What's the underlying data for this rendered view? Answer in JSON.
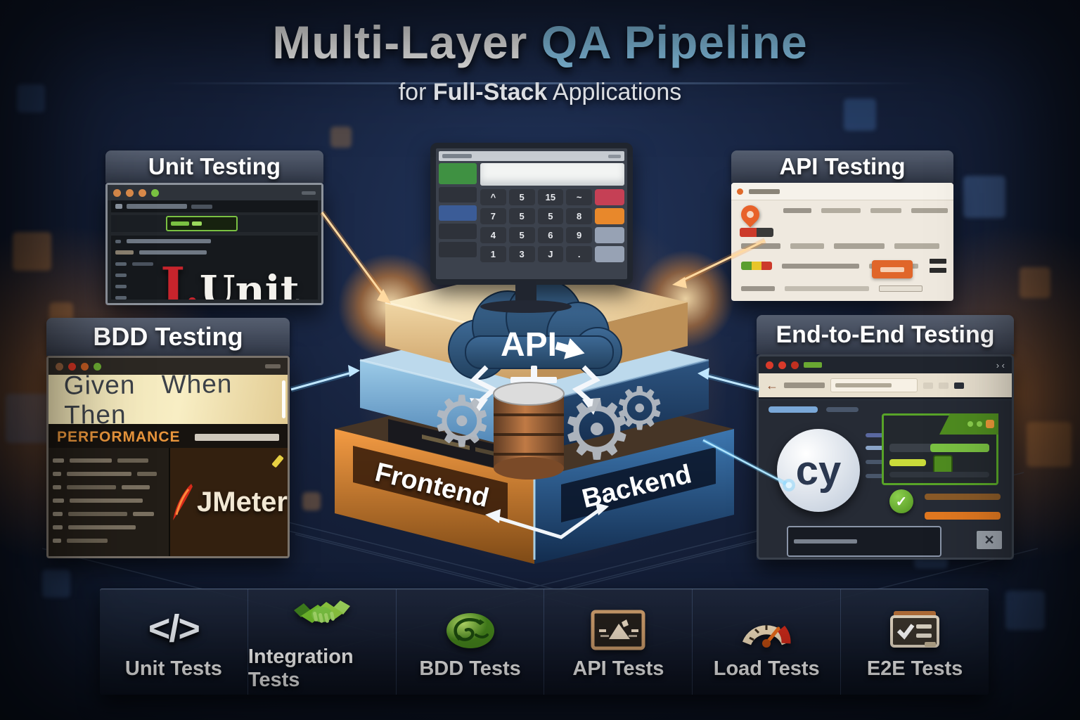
{
  "header": {
    "title_white": "Multi-Layer",
    "title_accent": "QA Pipeline",
    "subtitle_pre": "for",
    "subtitle_bold": "Full-Stack",
    "subtitle_post": "Applications"
  },
  "panels": {
    "unit_testing": {
      "title": "Unit Testing",
      "logo_j": "J",
      "logo_dot": ".",
      "logo_name": "Unit"
    },
    "api_testing": {
      "title": "API Testing"
    },
    "bdd_testing": {
      "title": "BDD Testing",
      "gherkin_text": "Given When Then",
      "performance_label": "PERFORMANCE",
      "tool_label": "JMeter"
    },
    "e2e_testing": {
      "title": "End-to-End Testing",
      "cypress_logo": "cy"
    }
  },
  "stack": {
    "cloud_label": "API",
    "frontend_label": "Frontend",
    "backend_label": "Backend"
  },
  "calculator": {
    "keys": [
      "^",
      "5",
      "15",
      "~",
      "7",
      "5",
      "5",
      "8",
      "4",
      "5",
      "6",
      "9",
      "1",
      "3",
      "J",
      "."
    ]
  },
  "footer": {
    "items": [
      {
        "icon": "code-icon",
        "label": "Unit Tests"
      },
      {
        "icon": "handshake-icon",
        "label": "Integration Tests"
      },
      {
        "icon": "cucumber-icon",
        "label": "BDD Tests"
      },
      {
        "icon": "api-screen-icon",
        "label": "API Tests"
      },
      {
        "icon": "gauge-icon",
        "label": "Load Tests"
      },
      {
        "icon": "checklist-icon",
        "label": "E2E Tests"
      }
    ]
  },
  "icons": {
    "gear": "⚙",
    "code": "</>",
    "back_arrow": "←",
    "close": "✕",
    "check": "✓",
    "corner_marks": "› ‹"
  },
  "colors": {
    "accent_orange": "#e8872a",
    "accent_blue": "#8fd0f5",
    "green": "#7ac142",
    "red": "#c6242c",
    "cream": "#efe6d8",
    "navy": "#15203a"
  }
}
